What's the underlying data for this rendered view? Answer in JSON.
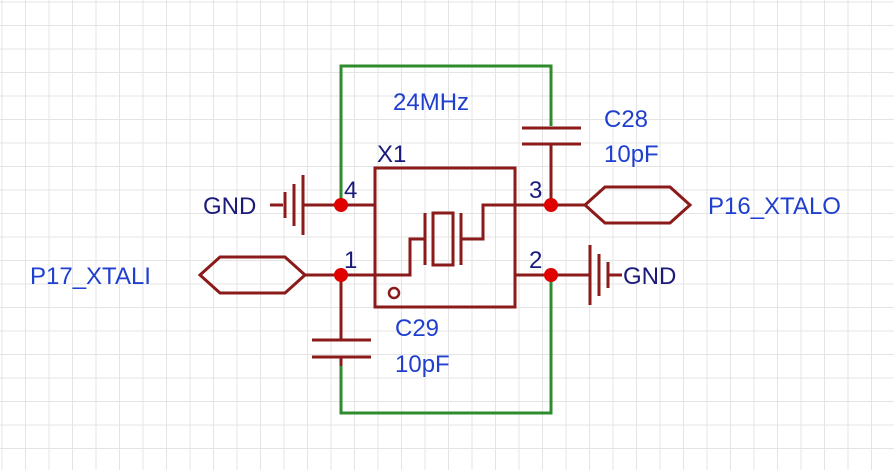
{
  "colors": {
    "background": "#ffffff",
    "grid": "#e4e4e4",
    "wire_green": "#2e8b2e",
    "component_red": "#8b1a1a",
    "junction_red": "#e00000",
    "label_blue": "#1f3fcf",
    "designator_dark": "#1a1a7a"
  },
  "crystal": {
    "designator": "X1",
    "value": "24MHz"
  },
  "capacitors": [
    {
      "designator": "C28",
      "value": "10pF"
    },
    {
      "designator": "C29",
      "value": "10pF"
    }
  ],
  "pins": [
    "4",
    "3",
    "1",
    "2"
  ],
  "ground_labels": [
    "GND",
    "GND"
  ],
  "net_ports": [
    "P16_XTALO",
    "P17_XTALI"
  ]
}
